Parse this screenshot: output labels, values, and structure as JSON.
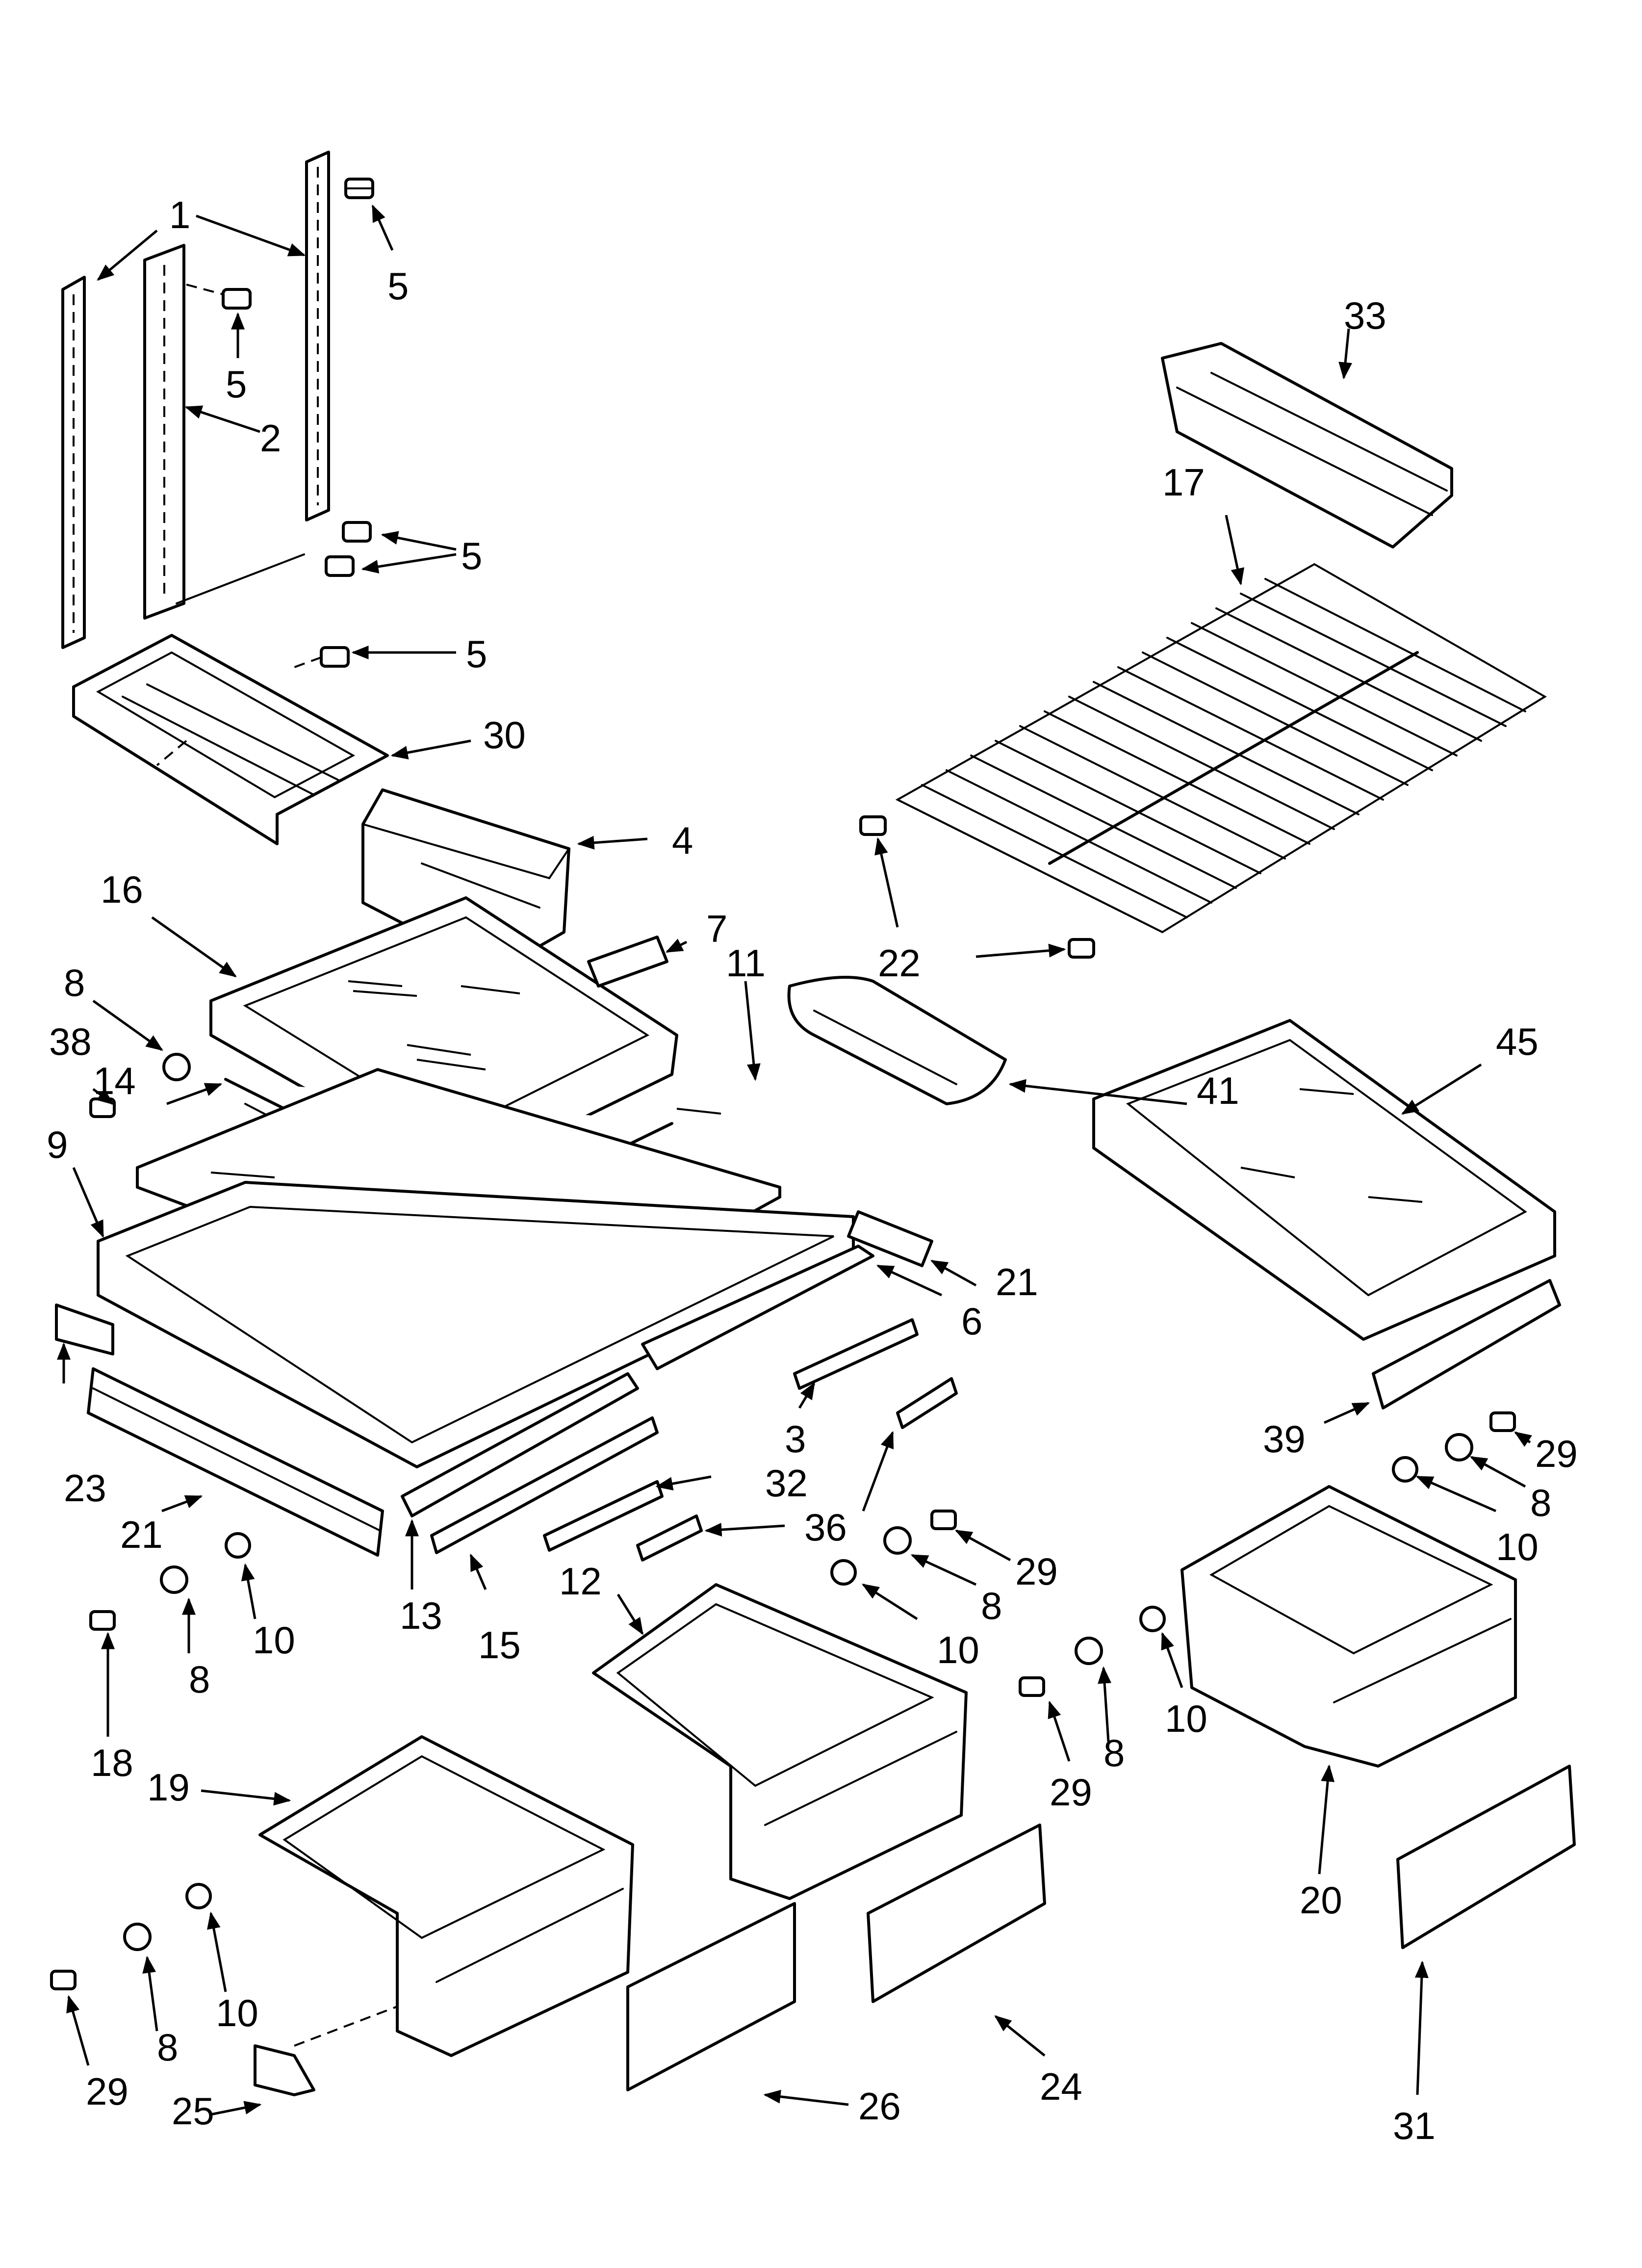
{
  "diagram": {
    "callouts": [
      {
        "id": "c1",
        "text": "1"
      },
      {
        "id": "c2",
        "text": "2"
      },
      {
        "id": "c3",
        "text": "3"
      },
      {
        "id": "c4",
        "text": "4"
      },
      {
        "id": "c5a",
        "text": "5"
      },
      {
        "id": "c5b",
        "text": "5"
      },
      {
        "id": "c5c",
        "text": "5"
      },
      {
        "id": "c5d",
        "text": "5"
      },
      {
        "id": "c6",
        "text": "6"
      },
      {
        "id": "c7",
        "text": "7"
      },
      {
        "id": "c8a",
        "text": "8"
      },
      {
        "id": "c8b",
        "text": "8"
      },
      {
        "id": "c8c",
        "text": "8"
      },
      {
        "id": "c8d",
        "text": "8"
      },
      {
        "id": "c8e",
        "text": "8"
      },
      {
        "id": "c8f",
        "text": "8"
      },
      {
        "id": "c9",
        "text": "9"
      },
      {
        "id": "c10a",
        "text": "10"
      },
      {
        "id": "c10b",
        "text": "10"
      },
      {
        "id": "c10c",
        "text": "10"
      },
      {
        "id": "c10d",
        "text": "10"
      },
      {
        "id": "c10e",
        "text": "10"
      },
      {
        "id": "c11",
        "text": "11"
      },
      {
        "id": "c12",
        "text": "12"
      },
      {
        "id": "c13",
        "text": "13"
      },
      {
        "id": "c14",
        "text": "14"
      },
      {
        "id": "c15",
        "text": "15"
      },
      {
        "id": "c16",
        "text": "16"
      },
      {
        "id": "c17",
        "text": "17"
      },
      {
        "id": "c18",
        "text": "18"
      },
      {
        "id": "c19",
        "text": "19"
      },
      {
        "id": "c20",
        "text": "20"
      },
      {
        "id": "c21a",
        "text": "21"
      },
      {
        "id": "c21b",
        "text": "21"
      },
      {
        "id": "c22",
        "text": "22"
      },
      {
        "id": "c23",
        "text": "23"
      },
      {
        "id": "c24",
        "text": "24"
      },
      {
        "id": "c25",
        "text": "25"
      },
      {
        "id": "c26",
        "text": "26"
      },
      {
        "id": "c29a",
        "text": "29"
      },
      {
        "id": "c29b",
        "text": "29"
      },
      {
        "id": "c29c",
        "text": "29"
      },
      {
        "id": "c29d",
        "text": "29"
      },
      {
        "id": "c30",
        "text": "30"
      },
      {
        "id": "c31",
        "text": "31"
      },
      {
        "id": "c32",
        "text": "32"
      },
      {
        "id": "c33",
        "text": "33"
      },
      {
        "id": "c36",
        "text": "36"
      },
      {
        "id": "c38",
        "text": "38"
      },
      {
        "id": "c39",
        "text": "39"
      },
      {
        "id": "c41",
        "text": "41"
      },
      {
        "id": "c45",
        "text": "45"
      }
    ]
  }
}
